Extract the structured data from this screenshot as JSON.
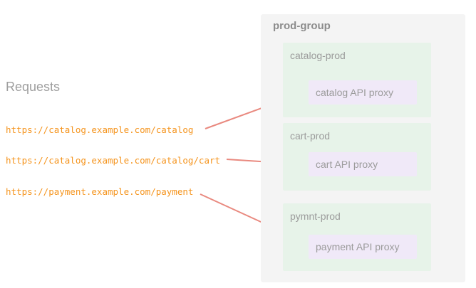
{
  "requests": {
    "heading": "Requests",
    "urls": [
      "https://catalog.example.com/catalog",
      "https://catalog.example.com/catalog/cart",
      "https://payment.example.com/payment"
    ]
  },
  "group": {
    "title": "prod-group",
    "environments": [
      {
        "name": "catalog-prod",
        "proxy_label": "catalog API proxy"
      },
      {
        "name": "cart-prod",
        "proxy_label": "cart API proxy"
      },
      {
        "name": "pymnt-prod",
        "proxy_label": "payment API proxy"
      }
    ]
  },
  "arrows": [
    {
      "from": "https://catalog.example.com/catalog",
      "to": "catalog API proxy"
    },
    {
      "from": "https://catalog.example.com/catalog/cart",
      "to": "cart API proxy"
    },
    {
      "from": "https://payment.example.com/payment",
      "to": "payment API proxy"
    }
  ],
  "colors": {
    "group_bg": "#f4f4f4",
    "environment_bg": "#e7f3e9",
    "proxy_bg": "#f0e9f8",
    "arrow": "#e9897f",
    "url_text": "#f5941d",
    "label_text": "#9b9b9b",
    "group_title_text": "#8c8c8c",
    "heading_text": "#9e9e9e"
  }
}
